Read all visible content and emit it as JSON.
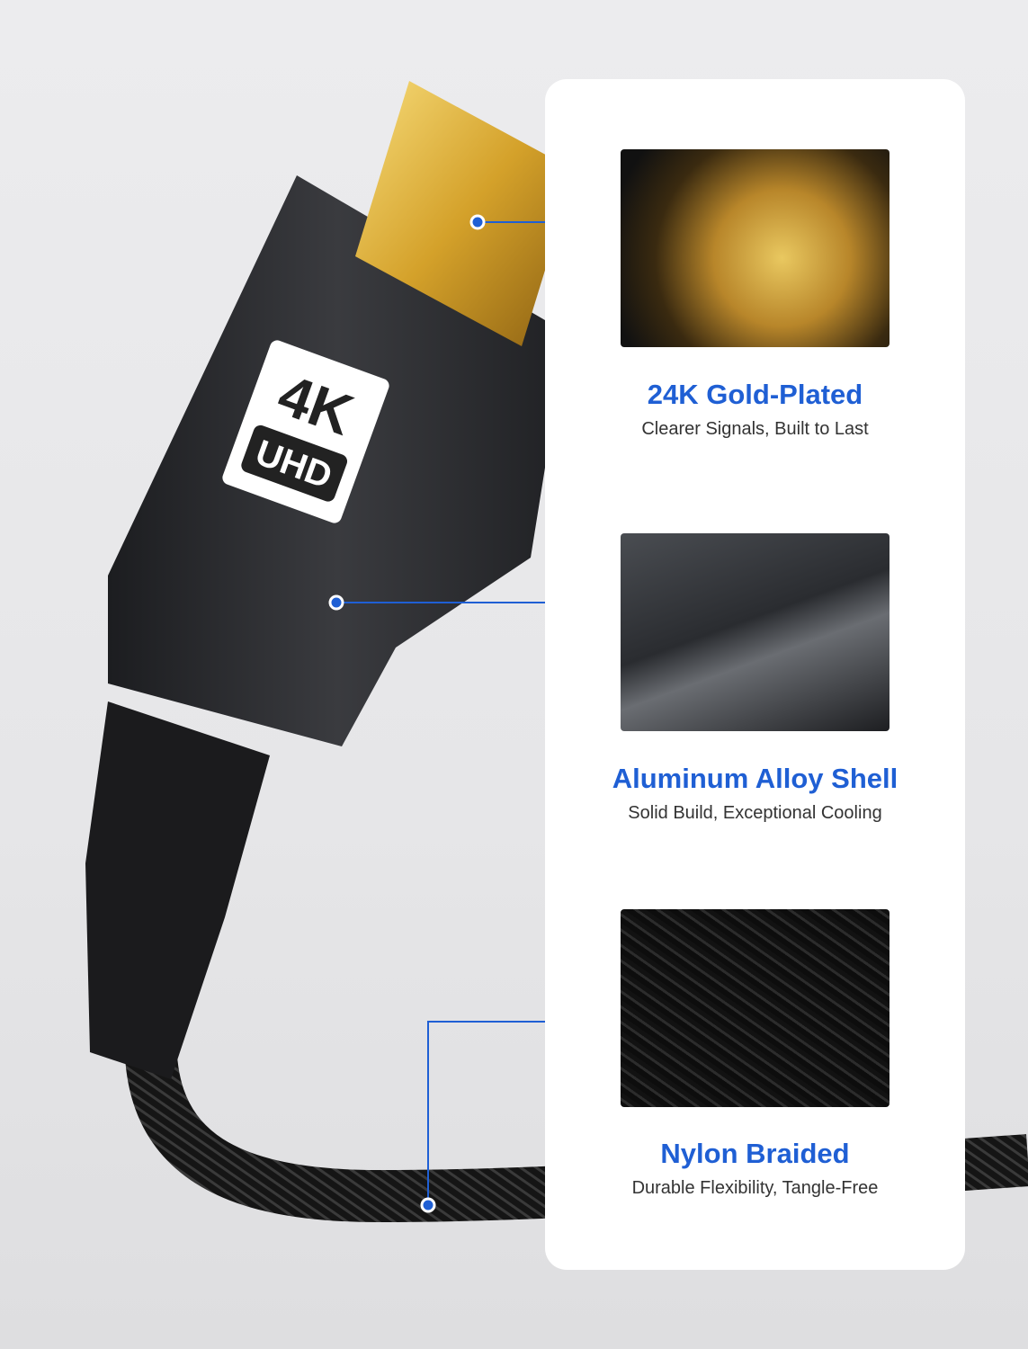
{
  "badge": {
    "line1": "4K",
    "line2": "UHD"
  },
  "features": [
    {
      "title": "24K Gold-Plated",
      "subtitle": "Clearer Signals, Built to Last"
    },
    {
      "title": "Aluminum Alloy Shell",
      "subtitle": "Solid Build, Exceptional Cooling"
    },
    {
      "title": "Nylon Braided",
      "subtitle": "Durable Flexibility, Tangle-Free"
    }
  ],
  "colors": {
    "accent": "#1f5fd4",
    "connector": "#d9a92c",
    "shell": "#2b2c2f"
  }
}
